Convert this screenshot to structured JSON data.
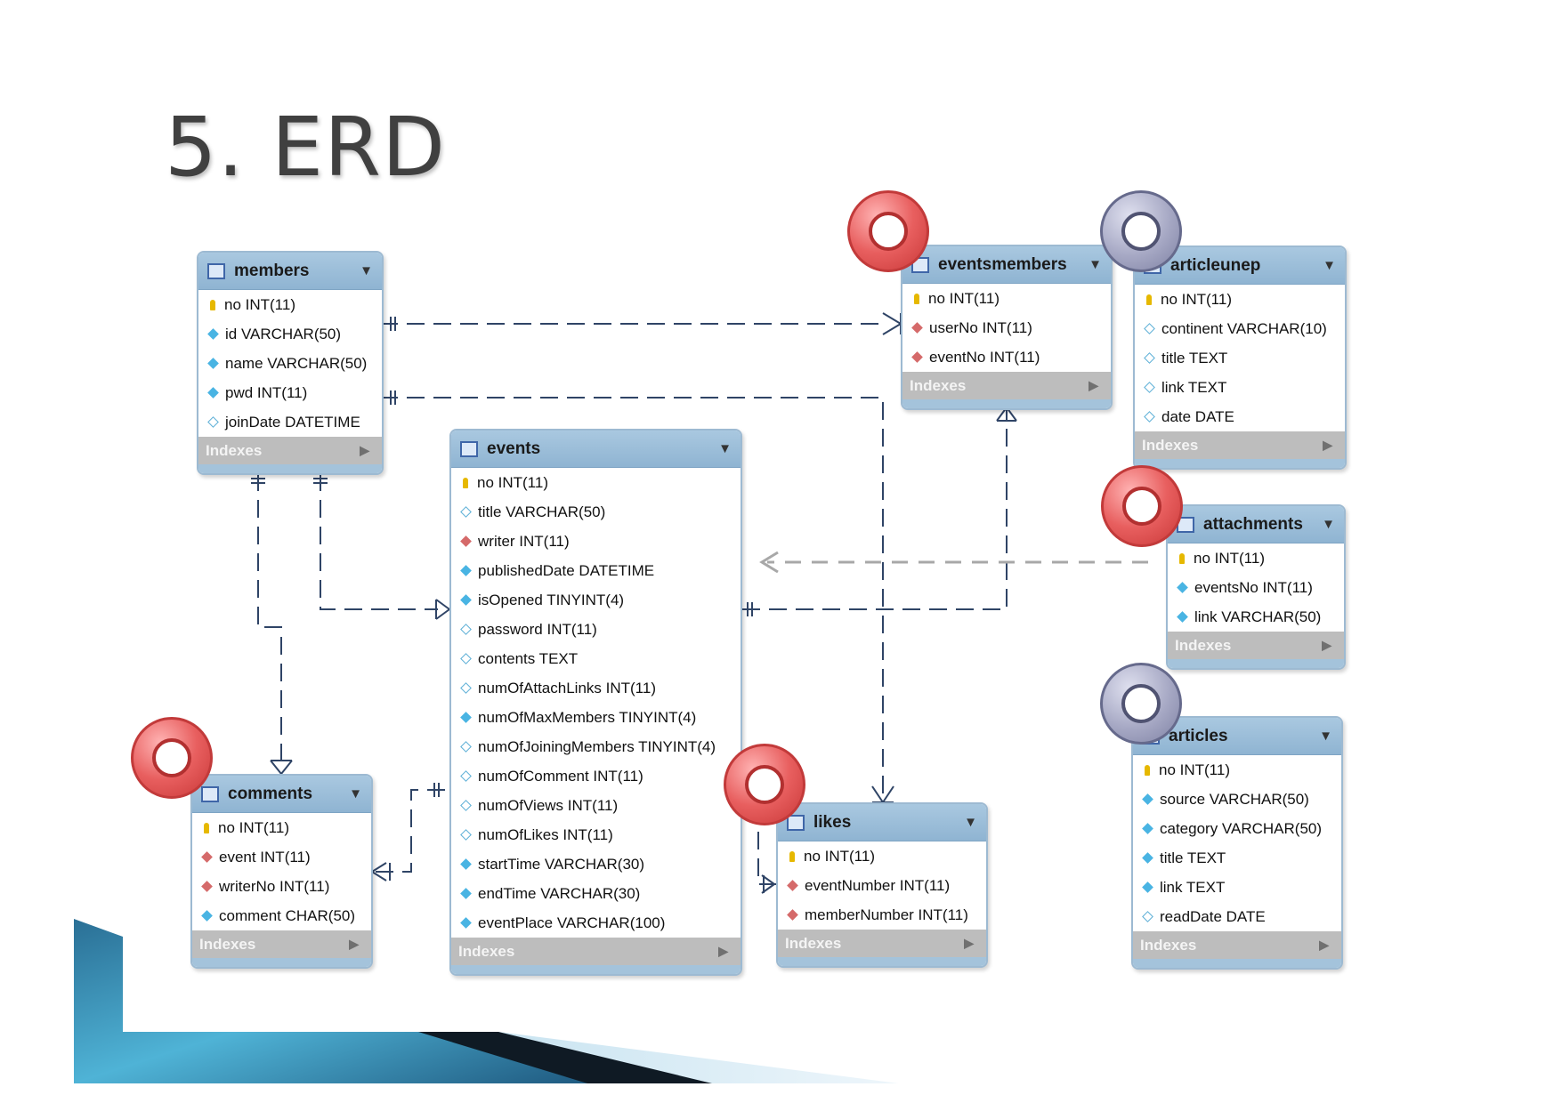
{
  "title": "5. ERD",
  "indexes_label": "Indexes",
  "tables": {
    "members": {
      "name": "members",
      "columns": [
        {
          "text": "no INT(11)",
          "icon": "primary-key-icon"
        },
        {
          "text": "id VARCHAR(50)",
          "icon": "column-filled-diamond-icon"
        },
        {
          "text": "name VARCHAR(50)",
          "icon": "column-filled-diamond-icon"
        },
        {
          "text": "pwd INT(11)",
          "icon": "column-filled-diamond-icon"
        },
        {
          "text": "joinDate DATETIME",
          "icon": "column-hollow-diamond-icon"
        }
      ]
    },
    "events": {
      "name": "events",
      "columns": [
        {
          "text": "no INT(11)",
          "icon": "primary-key-icon"
        },
        {
          "text": "title VARCHAR(50)",
          "icon": "column-hollow-diamond-icon"
        },
        {
          "text": "writer INT(11)",
          "icon": "foreign-key-diamond-icon"
        },
        {
          "text": "publishedDate DATETIME",
          "icon": "column-filled-diamond-icon"
        },
        {
          "text": "isOpened TINYINT(4)",
          "icon": "column-filled-diamond-icon"
        },
        {
          "text": "password INT(11)",
          "icon": "column-hollow-diamond-icon"
        },
        {
          "text": "contents TEXT",
          "icon": "column-hollow-diamond-icon"
        },
        {
          "text": "numOfAttachLinks INT(11)",
          "icon": "column-hollow-diamond-icon"
        },
        {
          "text": "numOfMaxMembers TINYINT(4)",
          "icon": "column-filled-diamond-icon"
        },
        {
          "text": "numOfJoiningMembers TINYINT(4)",
          "icon": "column-hollow-diamond-icon"
        },
        {
          "text": "numOfComment INT(11)",
          "icon": "column-hollow-diamond-icon"
        },
        {
          "text": "numOfViews INT(11)",
          "icon": "column-hollow-diamond-icon"
        },
        {
          "text": "numOfLikes INT(11)",
          "icon": "column-hollow-diamond-icon"
        },
        {
          "text": "startTime VARCHAR(30)",
          "icon": "column-filled-diamond-icon"
        },
        {
          "text": "endTime VARCHAR(30)",
          "icon": "column-filled-diamond-icon"
        },
        {
          "text": "eventPlace VARCHAR(100)",
          "icon": "column-filled-diamond-icon"
        }
      ]
    },
    "eventsmembers": {
      "name": "eventsmembers",
      "columns": [
        {
          "text": "no INT(11)",
          "icon": "primary-key-icon"
        },
        {
          "text": "userNo INT(11)",
          "icon": "foreign-key-diamond-icon"
        },
        {
          "text": "eventNo INT(11)",
          "icon": "foreign-key-diamond-icon"
        }
      ]
    },
    "articleunep": {
      "name": "articleunep",
      "columns": [
        {
          "text": "no INT(11)",
          "icon": "primary-key-icon"
        },
        {
          "text": "continent VARCHAR(10)",
          "icon": "column-hollow-diamond-icon"
        },
        {
          "text": "title TEXT",
          "icon": "column-hollow-diamond-icon"
        },
        {
          "text": "link TEXT",
          "icon": "column-hollow-diamond-icon"
        },
        {
          "text": "date DATE",
          "icon": "column-hollow-diamond-icon"
        }
      ]
    },
    "attachments": {
      "name": "attachments",
      "columns": [
        {
          "text": "no INT(11)",
          "icon": "primary-key-icon"
        },
        {
          "text": "eventsNo INT(11)",
          "icon": "column-filled-diamond-icon"
        },
        {
          "text": "link VARCHAR(50)",
          "icon": "column-filled-diamond-icon"
        }
      ]
    },
    "comments": {
      "name": "comments",
      "columns": [
        {
          "text": "no INT(11)",
          "icon": "primary-key-icon"
        },
        {
          "text": "event INT(11)",
          "icon": "foreign-key-diamond-icon"
        },
        {
          "text": "writerNo INT(11)",
          "icon": "foreign-key-diamond-icon"
        },
        {
          "text": "comment CHAR(50)",
          "icon": "column-filled-diamond-icon"
        }
      ]
    },
    "likes": {
      "name": "likes",
      "columns": [
        {
          "text": "no INT(11)",
          "icon": "primary-key-icon"
        },
        {
          "text": "eventNumber INT(11)",
          "icon": "foreign-key-diamond-icon"
        },
        {
          "text": "memberNumber INT(11)",
          "icon": "foreign-key-diamond-icon"
        }
      ]
    },
    "articles": {
      "name": "articles",
      "columns": [
        {
          "text": "no INT(11)",
          "icon": "primary-key-icon"
        },
        {
          "text": "source VARCHAR(50)",
          "icon": "column-filled-diamond-icon"
        },
        {
          "text": "category VARCHAR(50)",
          "icon": "column-filled-diamond-icon"
        },
        {
          "text": "title TEXT",
          "icon": "column-filled-diamond-icon"
        },
        {
          "text": "link TEXT",
          "icon": "column-filled-diamond-icon"
        },
        {
          "text": "readDate DATE",
          "icon": "column-hollow-diamond-icon"
        }
      ]
    }
  },
  "badges": [
    {
      "table": "eventsmembers",
      "color": "red"
    },
    {
      "table": "articleunep",
      "color": "gray"
    },
    {
      "table": "attachments",
      "color": "red"
    },
    {
      "table": "articles",
      "color": "gray"
    },
    {
      "table": "comments",
      "color": "red"
    },
    {
      "table": "likes",
      "color": "red"
    }
  ],
  "colors": {
    "header": "#9dbdd8",
    "indexes_bar": "#bdbdbd",
    "line": "#2f4466",
    "inferred_line": "#a8a8a8",
    "badge_red": "#e05a5a",
    "badge_gray": "#9ea1c0",
    "primary_key": "#e6b800",
    "foreign_key": "#d56a6a",
    "column": "#49b4e3"
  }
}
